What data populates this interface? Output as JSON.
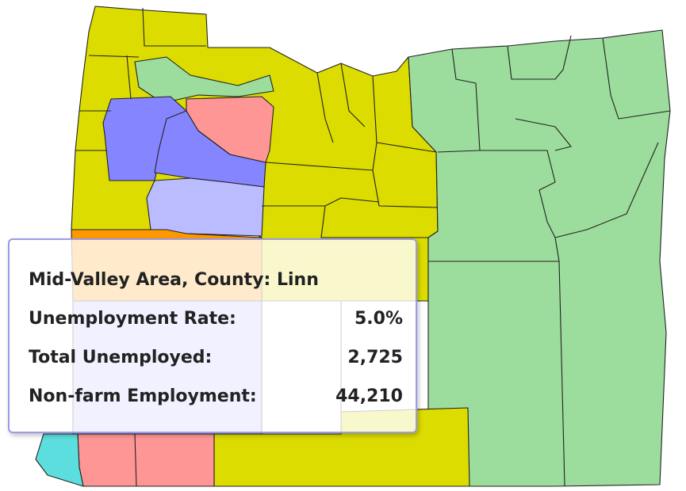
{
  "map": {
    "colors": {
      "yellow": "#dcdc00",
      "green": "#9cdc9c",
      "blue": "#8585ff",
      "lightblue": "#bbbbff",
      "pink": "#ff9696",
      "orange": "#ff9900",
      "cyan": "#5ddede",
      "border": "#222222"
    }
  },
  "tooltip": {
    "area_label": "Mid-Valley Area, County:",
    "county": "Linn",
    "rows": [
      {
        "label": "Unemployment Rate:",
        "value": "5.0%"
      },
      {
        "label": "Total Unemployed:",
        "value": "2,725"
      },
      {
        "label": "Non-farm Employment:",
        "value": "44,210"
      }
    ]
  }
}
